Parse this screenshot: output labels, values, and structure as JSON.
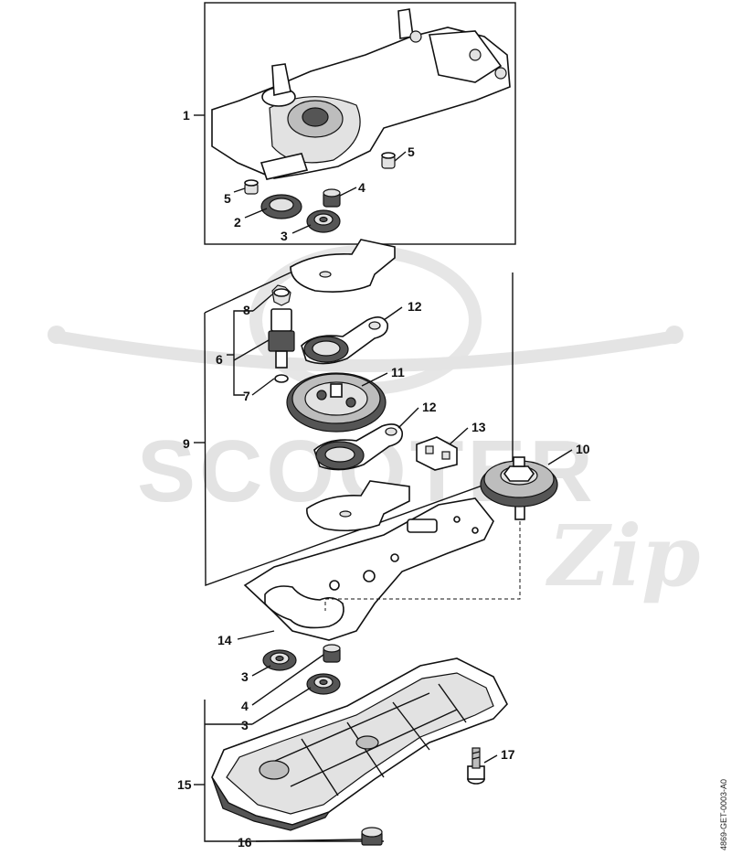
{
  "watermark": {
    "brand": "SCOOTER",
    "script": "Zip"
  },
  "reference_code": "4869-GET-0003-A0",
  "callouts": {
    "c1": "1",
    "c2": "2",
    "c3a": "3",
    "c4a": "4",
    "c5a": "5",
    "c5b": "5",
    "c6": "6",
    "c7": "7",
    "c8": "8",
    "c9": "9",
    "c10": "10",
    "c11": "11",
    "c12a": "12",
    "c12b": "12",
    "c13": "13",
    "c14": "14",
    "c3b": "3",
    "c4b": "4",
    "c3c": "3",
    "c15": "15",
    "c16": "16",
    "c17": "17"
  },
  "colors": {
    "ink": "#111111",
    "watermark": "#e3e3e3"
  }
}
